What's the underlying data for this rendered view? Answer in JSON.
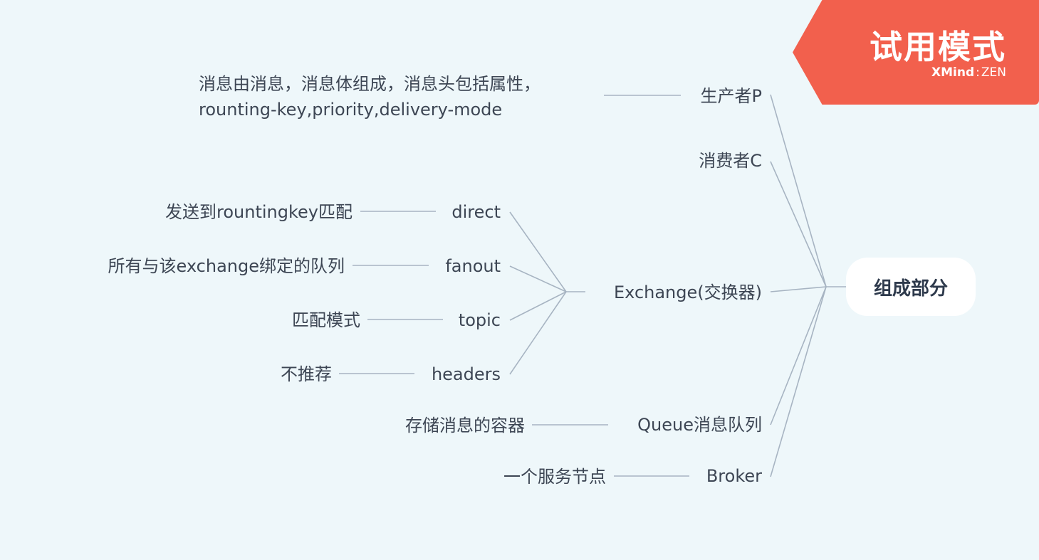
{
  "watermark": {
    "title": "试用模式",
    "brand_bold": "XMind",
    "brand_sep": ":",
    "brand_light": "ZEN"
  },
  "root": {
    "label": "组成部分"
  },
  "branches": {
    "producer": {
      "label": "生产者P",
      "note_line1": "消息由消息，消息体组成，消息头包括属性，",
      "note_line2": "rounting-key,priority,delivery-mode"
    },
    "consumer": {
      "label": "消费者C"
    },
    "exchange": {
      "label": "Exchange(交换器)",
      "children": [
        {
          "label": "direct",
          "note": "发送到rountingkey匹配"
        },
        {
          "label": "fanout",
          "note": "所有与该exchange绑定的队列"
        },
        {
          "label": "topic",
          "note": "匹配模式"
        },
        {
          "label": "headers",
          "note": "不推荐"
        }
      ]
    },
    "queue": {
      "label": "Queue消息队列",
      "note": "存储消息的容器"
    },
    "broker": {
      "label": "Broker",
      "note": "一个服务节点"
    }
  },
  "colors": {
    "background": "#eef7fa",
    "connector": "#a7b4c2",
    "text": "#3d4654",
    "watermark": "#f2604d",
    "root_fill": "#ffffff"
  }
}
